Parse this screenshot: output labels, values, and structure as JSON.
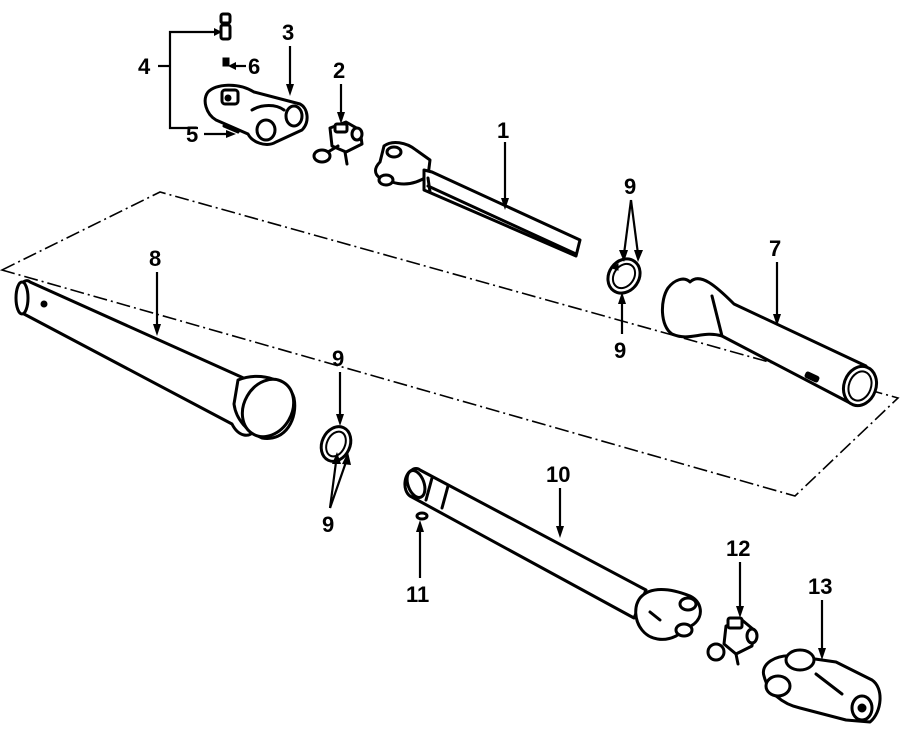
{
  "diagram": {
    "callouts": {
      "c1": "1",
      "c2": "2",
      "c3": "3",
      "c4": "4",
      "c5": "5",
      "c6": "6",
      "c7": "7",
      "c8": "8",
      "c9a": "9",
      "c9b": "9",
      "c9c": "9",
      "c9d": "9",
      "c10": "10",
      "c11": "11",
      "c12": "12",
      "c13": "13"
    }
  }
}
